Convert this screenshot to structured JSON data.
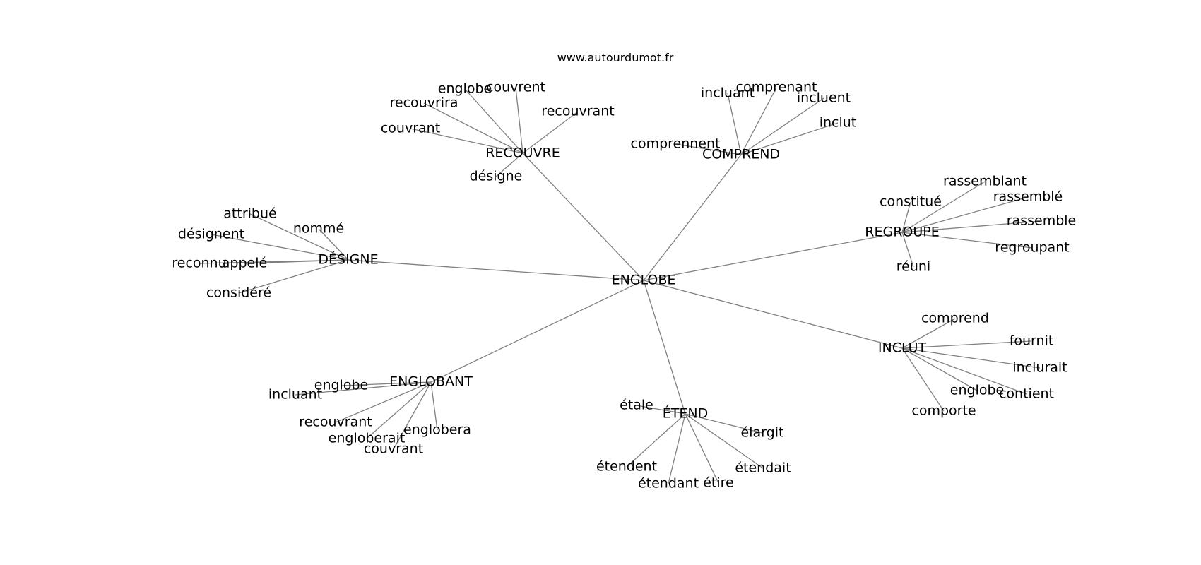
{
  "source": "www.autourdumot.fr",
  "graph": {
    "center": "ENGLOBE",
    "clusters": [
      {
        "name": "RECOUVRE",
        "words": [
          "englobe",
          "couvrent",
          "recouvrira",
          "recouvrant",
          "couvrant",
          "désigne"
        ]
      },
      {
        "name": "COMPREND",
        "words": [
          "incluant",
          "comprenant",
          "incluent",
          "inclut",
          "comprennent"
        ]
      },
      {
        "name": "REGROUPE",
        "words": [
          "constitué",
          "rassemblant",
          "rassemblé",
          "rassemble",
          "regroupant",
          "réuni"
        ]
      },
      {
        "name": "INCLUT",
        "words": [
          "comprend",
          "fournit",
          "inclurait",
          "englobe",
          "contient",
          "comporte"
        ]
      },
      {
        "name": "ÉTEND",
        "words": [
          "étale",
          "élargit",
          "étendent",
          "étendant",
          "étire",
          "étendait"
        ]
      },
      {
        "name": "ENGLOBANT",
        "words": [
          "englobe",
          "incluant",
          "recouvrant",
          "engloberait",
          "couvrant",
          "englobera"
        ]
      },
      {
        "name": "DÉSIGNE",
        "words": [
          "attribué",
          "nommé",
          "désignent",
          "reconnu",
          "appelé",
          "considéré"
        ]
      }
    ]
  },
  "colors": {
    "edge": "#808080",
    "text": "#000000",
    "background": "#ffffff"
  }
}
